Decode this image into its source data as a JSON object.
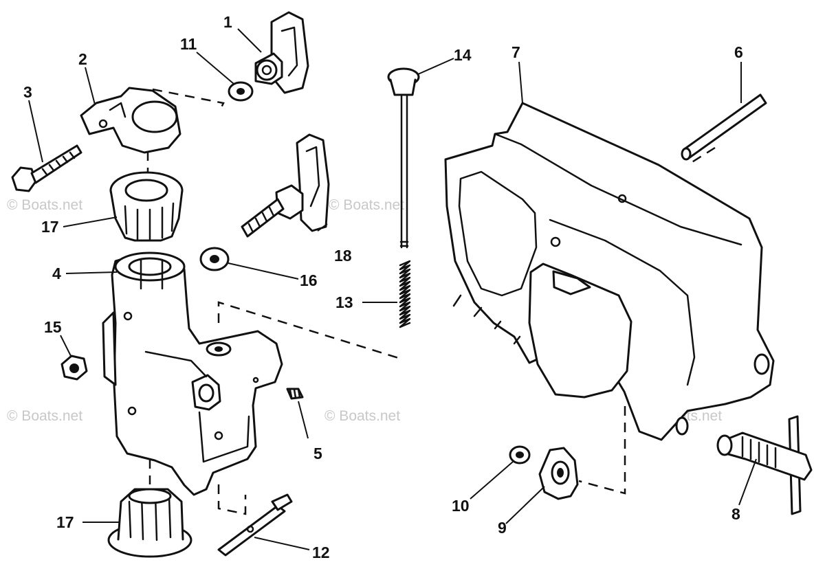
{
  "watermark": {
    "text": "© Boats.net",
    "color": "#c8c8c8"
  },
  "callouts": {
    "c1": "1",
    "c2": "2",
    "c3": "3",
    "c4": "4",
    "c5": "5",
    "c6": "6",
    "c7": "7",
    "c8": "8",
    "c9": "9",
    "c10": "10",
    "c11": "11",
    "c12": "12",
    "c13": "13",
    "c14": "14",
    "c15": "15",
    "c16": "16",
    "c17a": "17",
    "c17b": "17",
    "c18": "18"
  },
  "colors": {
    "line": "#111111",
    "background": "#ffffff"
  }
}
